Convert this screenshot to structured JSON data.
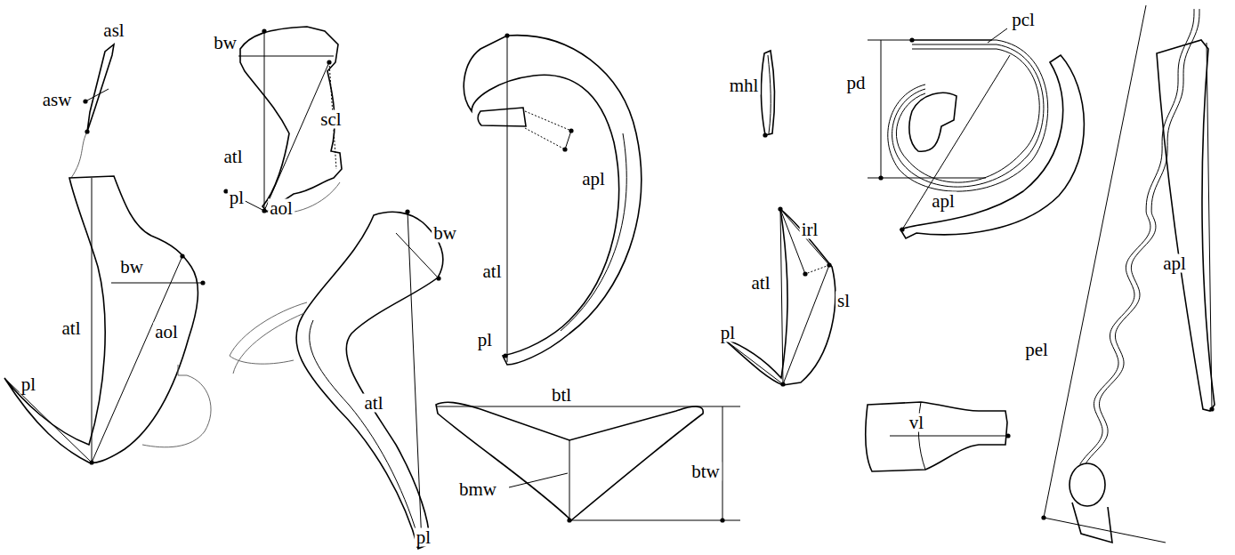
{
  "diagram": {
    "labels": [
      "asl",
      "asw",
      "bw",
      "atl",
      "aol",
      "pl",
      "bw",
      "atl",
      "pl",
      "aol",
      "scl",
      "bw",
      "atl",
      "pl",
      "apl",
      "atl",
      "pl",
      "btl",
      "btw",
      "bmw",
      "mhl",
      "pcl",
      "pd",
      "apl",
      "irl",
      "atl",
      "pl",
      "sl",
      "vl",
      "pel",
      "apl"
    ]
  }
}
